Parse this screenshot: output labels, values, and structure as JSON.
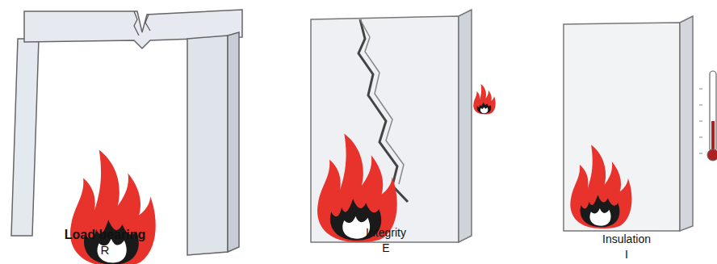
{
  "diagram": {
    "labels": [
      "Load bearing",
      "R",
      "Integrity",
      "E",
      "Insulation",
      "I"
    ]
  }
}
